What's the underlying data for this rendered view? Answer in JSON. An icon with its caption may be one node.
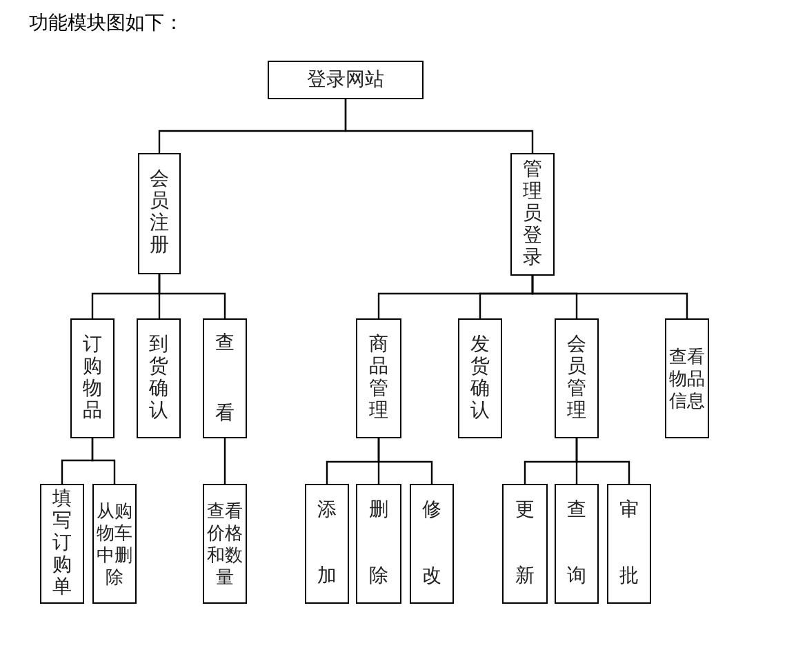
{
  "diagram": {
    "title": "功能模块图如下：",
    "nodes": [
      {
        "text": [
          "登录网站"
        ]
      },
      {
        "text": [
          "会员注册"
        ]
      },
      {
        "text": [
          "管理员登录"
        ]
      },
      {
        "text": [
          "订购物品"
        ]
      },
      {
        "text": [
          "到货确认"
        ]
      },
      {
        "text": [
          "查看"
        ]
      },
      {
        "text": [
          "商品管理"
        ]
      },
      {
        "text": [
          "发货确认"
        ]
      },
      {
        "text": [
          "会员管理"
        ]
      },
      {
        "text": [
          "查看物品信息"
        ]
      },
      {
        "text": [
          "填写订购单"
        ]
      },
      {
        "text": [
          "从购物车中删除"
        ]
      },
      {
        "text": [
          "查看价格和数量"
        ]
      },
      {
        "text": [
          "添加"
        ]
      },
      {
        "text": [
          "删除"
        ]
      },
      {
        "text": [
          "修改"
        ]
      },
      {
        "text": [
          "更新"
        ]
      },
      {
        "text": [
          "查询"
        ]
      },
      {
        "text": [
          "审批"
        ]
      }
    ],
    "edges": [
      {
        "from": 0,
        "to": 1,
        "arrow": "none"
      },
      {
        "from": 0,
        "to": 2,
        "arrow": "none"
      },
      {
        "from": 1,
        "to": 3,
        "arrow": "none"
      },
      {
        "from": 1,
        "to": 4,
        "arrow": "none"
      },
      {
        "from": 1,
        "to": 5,
        "arrow": "none"
      },
      {
        "from": 2,
        "to": 6,
        "arrow": "none"
      },
      {
        "from": 2,
        "to": 7,
        "arrow": "none"
      },
      {
        "from": 2,
        "to": 8,
        "arrow": "none"
      },
      {
        "from": 2,
        "to": 9,
        "arrow": "none"
      },
      {
        "from": 3,
        "to": 10,
        "arrow": "none"
      },
      {
        "from": 3,
        "to": 11,
        "arrow": "none"
      },
      {
        "from": 5,
        "to": 12,
        "arrow": "none"
      },
      {
        "from": 6,
        "to": 13,
        "arrow": "none"
      },
      {
        "from": 6,
        "to": 14,
        "arrow": "none"
      },
      {
        "from": 6,
        "to": 15,
        "arrow": "none"
      },
      {
        "from": 8,
        "to": 16,
        "arrow": "none"
      },
      {
        "from": 8,
        "to": 17,
        "arrow": "none"
      },
      {
        "from": 8,
        "to": 18,
        "arrow": "none"
      }
    ]
  }
}
